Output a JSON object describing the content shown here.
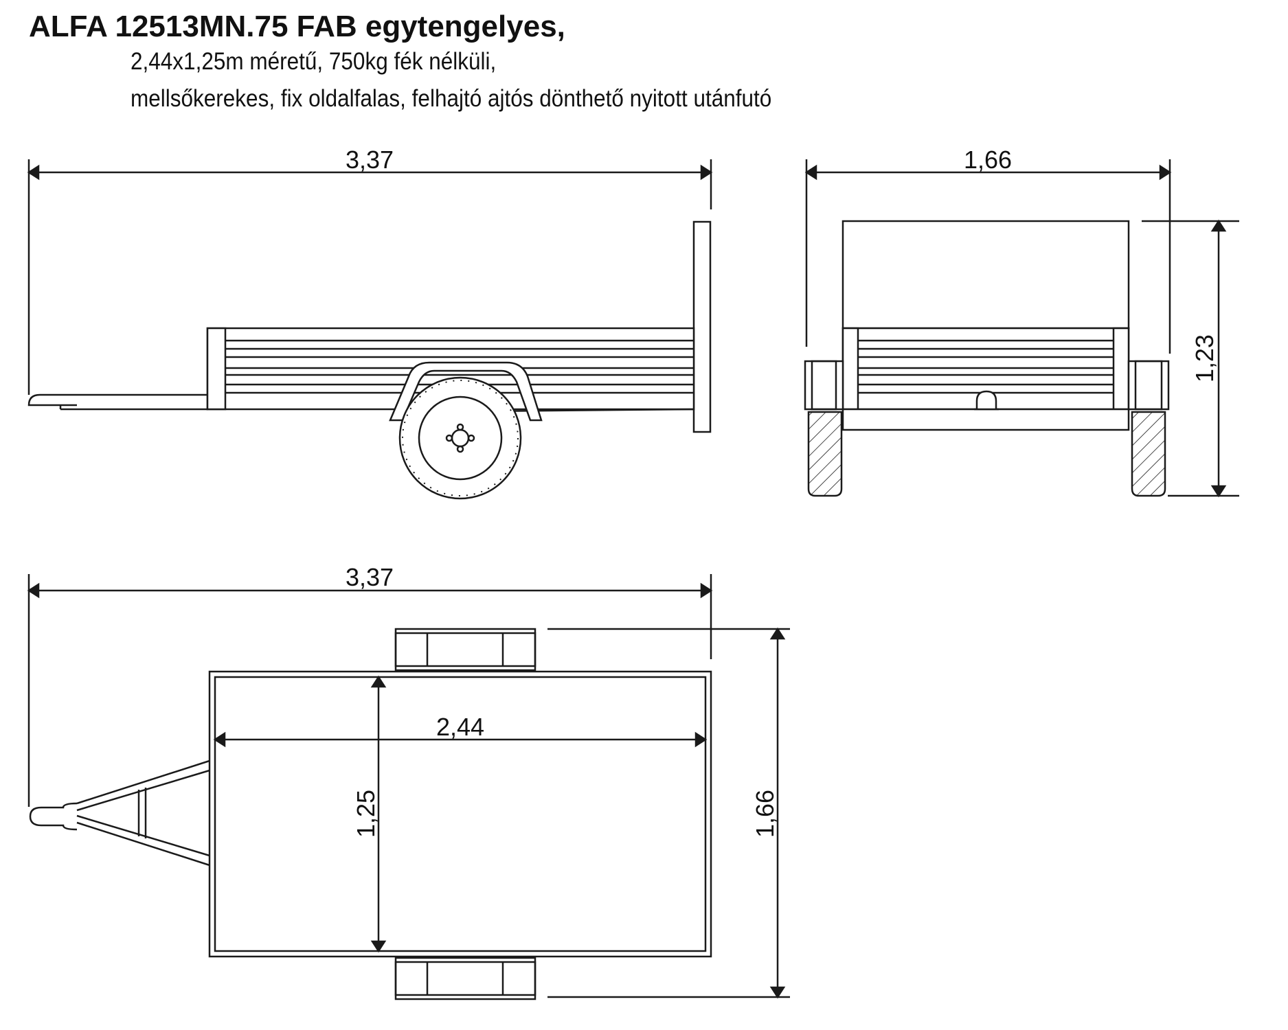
{
  "header": {
    "title": "ALFA 12513MN.75 FAB egytengelyes,",
    "subtitle_line1": "2,44x1,25m méretű, 750kg fék nélküli,",
    "subtitle_line2": "mellsőkerekes, fix oldalfalas, felhajtó ajtós dönthető nyitott utánfutó"
  },
  "dimensions": {
    "side_length": "3,37",
    "rear_width": "1,66",
    "rear_height": "1,23",
    "top_length": "3,37",
    "bed_length": "2,44",
    "bed_width": "1,25",
    "top_width": "1,66"
  },
  "colors": {
    "line": "#1a1a1a",
    "background": "#ffffff"
  }
}
